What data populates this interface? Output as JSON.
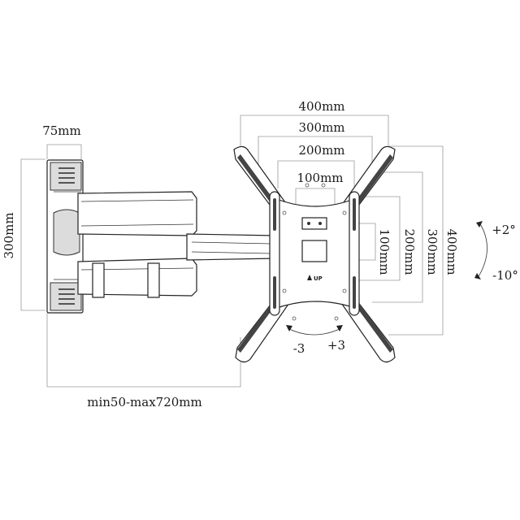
{
  "dimensions": {
    "vesa_h_400": "400mm",
    "vesa_h_300": "300mm",
    "vesa_h_200": "200mm",
    "vesa_h_100": "100mm",
    "vesa_v_100": "100mm",
    "vesa_v_200": "200mm",
    "vesa_v_300": "300mm",
    "vesa_v_400": "400mm",
    "wall_plate_width": "75mm",
    "wall_plate_height": "300mm",
    "extension": "min50-max720mm"
  },
  "angles": {
    "tilt_up": "+2°",
    "tilt_down": "-10°",
    "swivel_left": "-3",
    "swivel_right": "+3"
  },
  "labels": {
    "up_marker": "UP"
  }
}
